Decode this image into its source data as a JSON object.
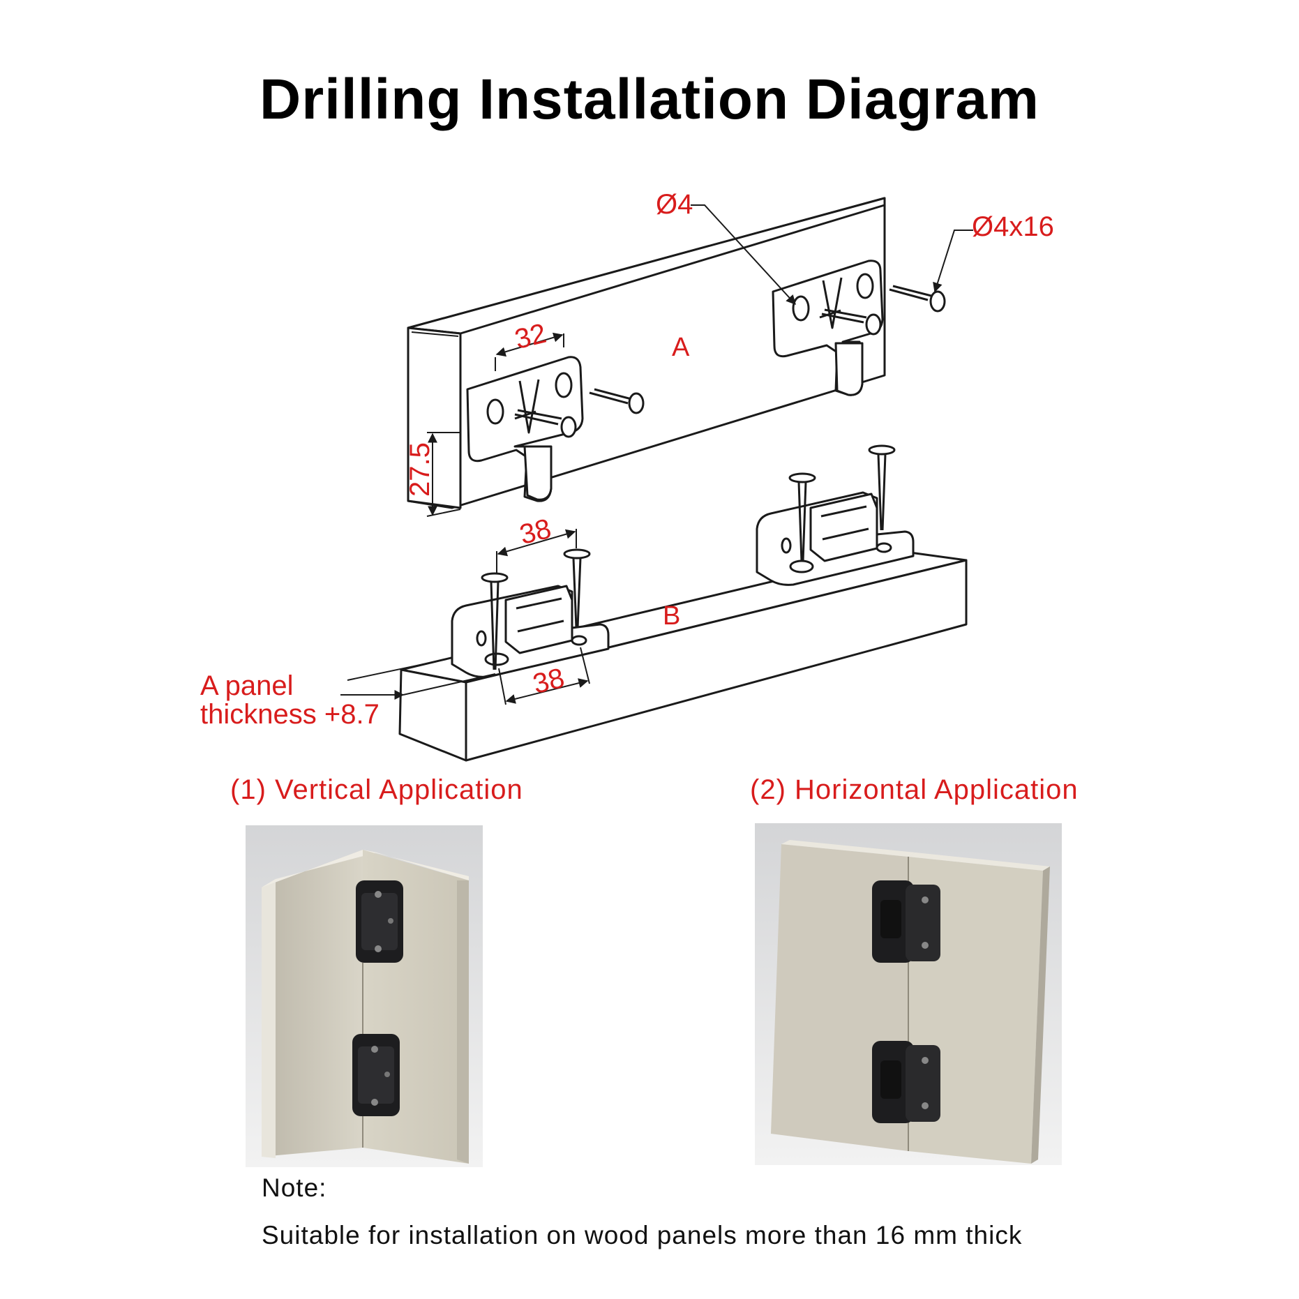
{
  "title": "Drilling Installation Diagram",
  "dimensions": {
    "hole_dia": "Ø4",
    "screw": "Ø4x16",
    "spacing_a": "32",
    "height_a": "27.5",
    "spacing_b_top": "38",
    "spacing_b_bottom": "38",
    "panel_a_label": "A",
    "panel_b_label": "B",
    "offset_line1": "A panel",
    "offset_line2": "thickness +8.7"
  },
  "captions": {
    "vertical": "(1) Vertical Application",
    "horizontal": "(2) Horizontal Application"
  },
  "note": {
    "heading": "Note:",
    "text": "Suitable for installation on wood panels more than 16 mm thick"
  }
}
